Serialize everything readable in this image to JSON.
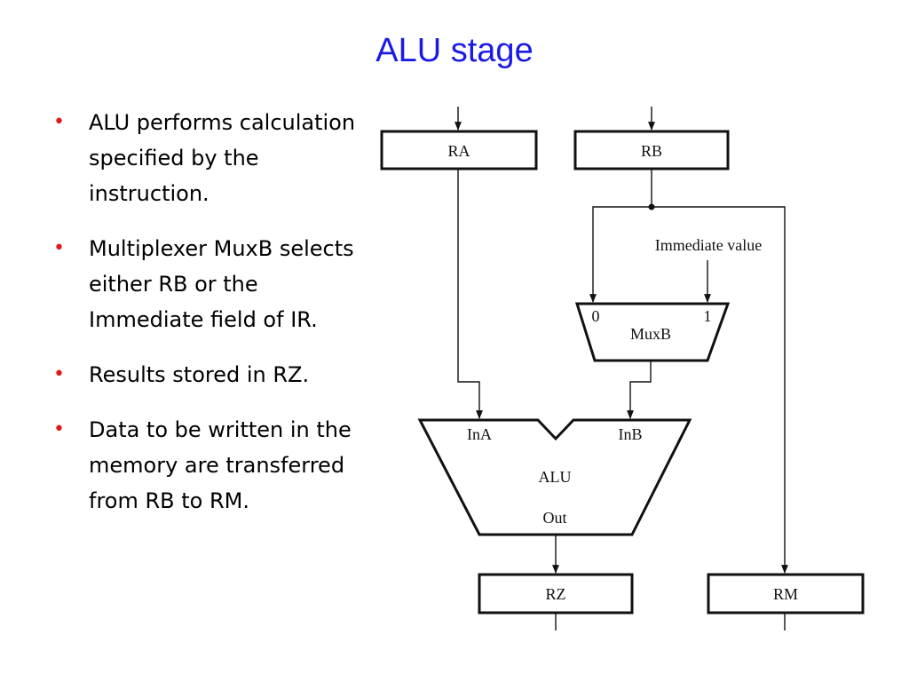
{
  "title": "ALU stage",
  "bullets": [
    "ALU performs calculation specified by the instruction.",
    "Multiplexer MuxB selects either RB or the Immediate field of IR.",
    "Results stored in RZ.",
    "Data to be written in the memory are transferred from RB to RM."
  ],
  "diagram": {
    "ra": "RA",
    "rb": "RB",
    "immediate": "Immediate value",
    "mux_name": "MuxB",
    "mux_in0": "0",
    "mux_in1": "1",
    "alu_name": "ALU",
    "alu_ina": "InA",
    "alu_inb": "InB",
    "alu_out": "Out",
    "rz": "RZ",
    "rm": "RM"
  },
  "colors": {
    "title": "#1a1ae6",
    "bullet": "#e01a1a"
  }
}
